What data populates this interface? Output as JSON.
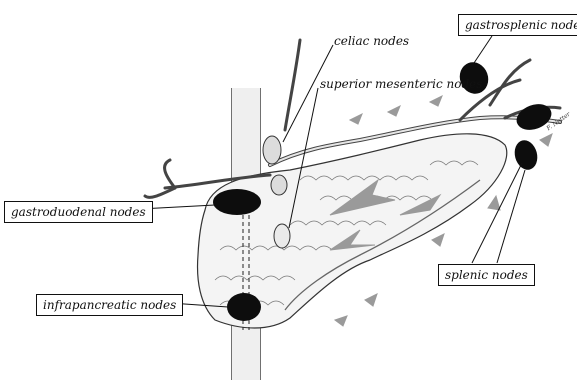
{
  "labels": {
    "celiac": "celiac nodes",
    "superior_mesenteric": "superior mesenteric nodes",
    "gastrosplenic": "gastrosplenic nodes",
    "gastroduodenal": "gastroduodenal nodes",
    "splenic": "splenic nodes",
    "infrapancreatic": "infrapancreatic nodes"
  },
  "signature": "F. Netter",
  "colors": {
    "ink": "#111111",
    "node_fill": "#0d0d0d",
    "flow_arrow": "#9a9a9a",
    "tissue_fill": "#f4f4f4",
    "vessel_fill": "#e6e6e6"
  }
}
